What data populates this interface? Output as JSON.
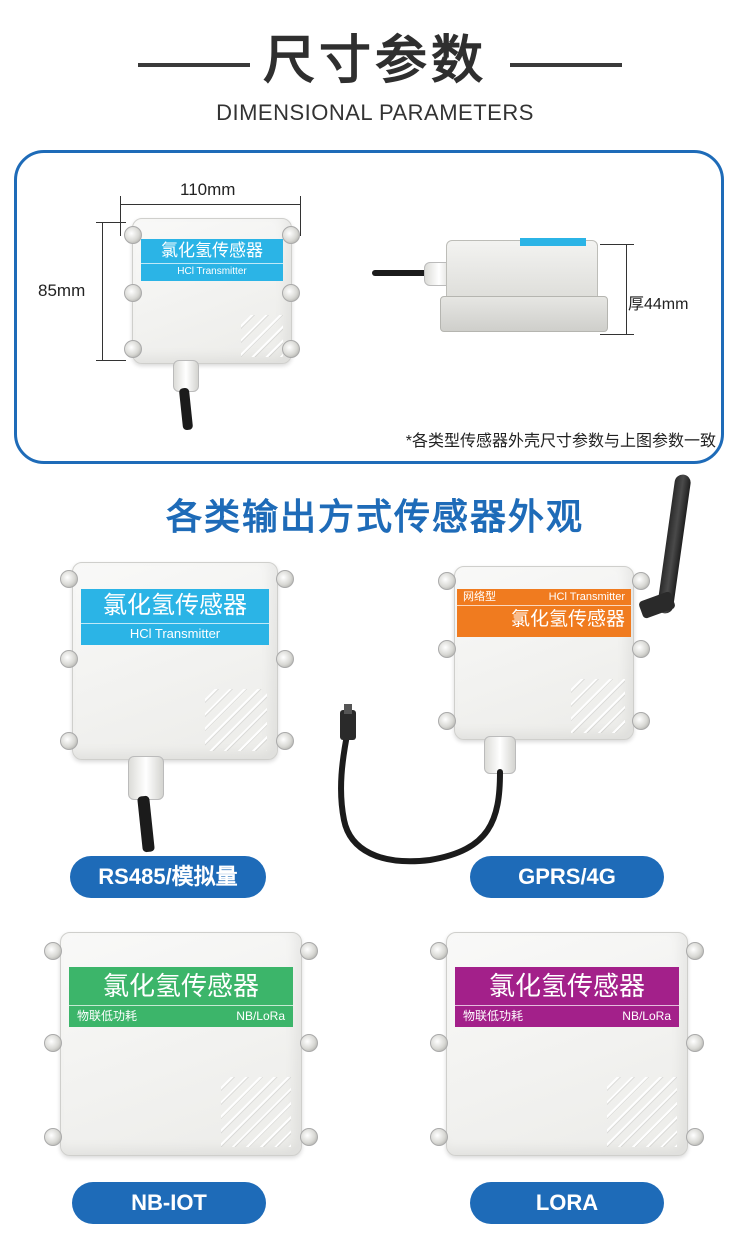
{
  "header": {
    "title": "尺寸参数",
    "subtitle": "DIMENSIONAL PARAMETERS"
  },
  "dimensions": {
    "width_label": "110mm",
    "height_label": "85mm",
    "thickness_label": "厚44mm",
    "note": "*各类型传感器外壳尺寸参数与上图参数一致"
  },
  "product_label": {
    "name": "氯化氢传感器",
    "english": "HCl Transmitter",
    "network_type": "网络型",
    "lowpower": "物联低功耗",
    "nblora": "NB/LoRa"
  },
  "section": {
    "title": "各类输出方式传感器外观"
  },
  "variants": [
    {
      "label": "RS485/模拟量",
      "color": "#2bb4e6"
    },
    {
      "label": "GPRS/4G",
      "color": "#f07b1f"
    },
    {
      "label": "NB-IOT",
      "color": "#3cb56a"
    },
    {
      "label": "LORA",
      "color": "#a3208a"
    }
  ],
  "colors": {
    "accent": "#1e6bb8",
    "header_text": "#2f2f2f"
  }
}
